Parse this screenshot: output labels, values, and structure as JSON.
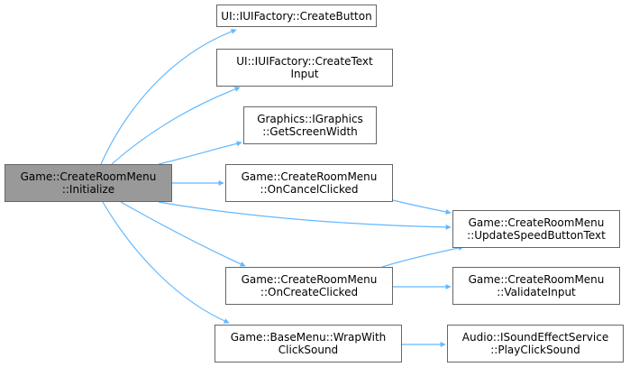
{
  "diagram": {
    "type": "call-graph",
    "colors": {
      "edge": "#63b8ff",
      "node_border": "#666666",
      "root_fill": "#999999",
      "node_fill": "#ffffff"
    },
    "nodes": [
      {
        "id": "initialize",
        "lines": [
          "Game::CreateRoomMenu",
          "::Initialize"
        ],
        "root": true
      },
      {
        "id": "create-button",
        "lines": [
          "UI::IUIFactory::CreateButton"
        ]
      },
      {
        "id": "create-text-input",
        "lines": [
          "UI::IUIFactory::CreateText",
          "Input"
        ]
      },
      {
        "id": "get-screen-width",
        "lines": [
          "Graphics::IGraphics",
          "::GetScreenWidth"
        ]
      },
      {
        "id": "on-cancel-clicked",
        "lines": [
          "Game::CreateRoomMenu",
          "::OnCancelClicked"
        ]
      },
      {
        "id": "update-speed-button-text",
        "lines": [
          "Game::CreateRoomMenu",
          "::UpdateSpeedButtonText"
        ]
      },
      {
        "id": "on-create-clicked",
        "lines": [
          "Game::CreateRoomMenu",
          "::OnCreateClicked"
        ]
      },
      {
        "id": "validate-input",
        "lines": [
          "Game::CreateRoomMenu",
          "::ValidateInput"
        ]
      },
      {
        "id": "wrap-with-click-sound",
        "lines": [
          "Game::BaseMenu::WrapWith",
          "ClickSound"
        ]
      },
      {
        "id": "play-click-sound",
        "lines": [
          "Audio::ISoundEffectService",
          "::PlayClickSound"
        ]
      }
    ],
    "edges": [
      {
        "from": "initialize",
        "to": "create-button"
      },
      {
        "from": "initialize",
        "to": "create-text-input"
      },
      {
        "from": "initialize",
        "to": "get-screen-width"
      },
      {
        "from": "initialize",
        "to": "on-cancel-clicked"
      },
      {
        "from": "initialize",
        "to": "update-speed-button-text"
      },
      {
        "from": "initialize",
        "to": "on-create-clicked"
      },
      {
        "from": "initialize",
        "to": "wrap-with-click-sound"
      },
      {
        "from": "on-cancel-clicked",
        "to": "update-speed-button-text"
      },
      {
        "from": "on-create-clicked",
        "to": "update-speed-button-text"
      },
      {
        "from": "on-create-clicked",
        "to": "validate-input"
      },
      {
        "from": "wrap-with-click-sound",
        "to": "play-click-sound"
      }
    ]
  }
}
